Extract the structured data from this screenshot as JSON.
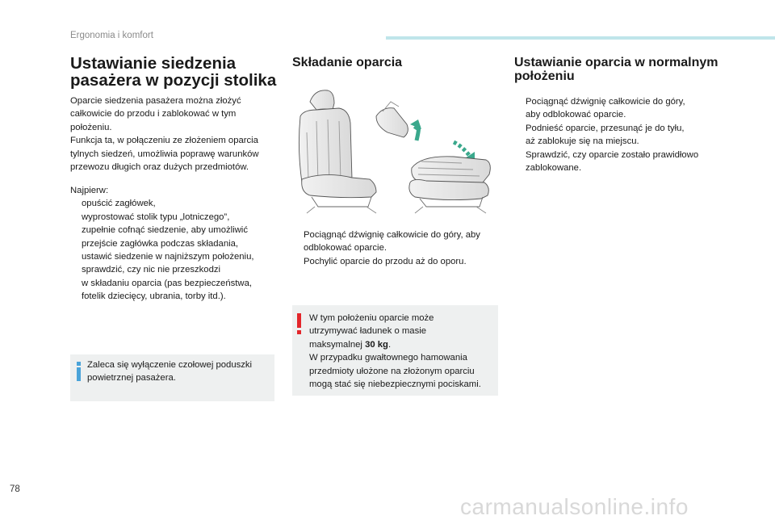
{
  "header": {
    "section": "Ergonomia i komfort"
  },
  "col1": {
    "title_line1": "Ustawianie siedzenia",
    "title_line2": "pasażera w pozycji stolika",
    "intro": [
      "Oparcie siedzenia pasażera można złożyć",
      "całkowicie do przodu i zablokować w tym",
      "położeniu.",
      "Funkcja ta, w połączeniu ze złożeniem oparcia",
      "tylnych siedzeń, umożliwia poprawę warunków",
      "przewozu długich oraz dużych przedmiotów."
    ],
    "first_label": "Najpierw:",
    "steps": [
      {
        "bullet": "",
        "lines": [
          "opuścić zagłówek,"
        ]
      },
      {
        "bullet": "",
        "lines": [
          "wyprostować stolik typu „lotniczego”,"
        ]
      },
      {
        "bullet": "",
        "lines": [
          "zupełnie cofnąć siedzenie, aby umożliwić",
          "przejście zagłówka podczas składania,"
        ]
      },
      {
        "bullet": "",
        "lines": [
          "ustawić siedzenie w najniższym położeniu,"
        ]
      },
      {
        "bullet": "",
        "lines": [
          "sprawdzić, czy nic nie przeszkodzi",
          "w składaniu oparcia (pas bezpieczeństwa,",
          "fotelik dziecięcy, ubrania, torby itd.)."
        ]
      }
    ],
    "info_note": {
      "icon": "i",
      "lines": [
        "Zaleca się wyłączenie czołowej poduszki",
        "powietrznej pasażera."
      ]
    }
  },
  "col2": {
    "title": "Składanie oparcia",
    "steps": [
      {
        "bullet": "",
        "lines": [
          "Pociągnąć dźwignię całkowicie do góry, aby",
          "odblokować oparcie."
        ]
      },
      {
        "bullet": "",
        "lines": [
          "Pochylić oparcie do przodu aż do oporu."
        ]
      }
    ],
    "warning": {
      "icon": "!",
      "lines": [
        "W tym położeniu oparcie może",
        "utrzymywać ładunek o masie"
      ],
      "load_prefix": "maksymalnej ",
      "load_value": "30 kg",
      "load_suffix": ".",
      "lines2": [
        "W przypadku gwałtownego hamowania",
        "przedmioty ułożone na złożonym oparciu",
        "mogą stać się niebezpiecznymi pociskami."
      ]
    }
  },
  "col3": {
    "title_line1": "Ustawianie oparcia w normalnym",
    "title_line2": "położeniu",
    "steps": [
      {
        "bullet": "",
        "lines": [
          "Pociągnąć dźwignię całkowicie do góry,",
          "aby odblokować oparcie."
        ]
      },
      {
        "bullet": "",
        "lines": [
          "Podnieść oparcie, przesunąć je do tyłu,",
          "aż zablokuje się na miejscu."
        ]
      },
      {
        "bullet": "",
        "lines": [
          "Sprawdzić, czy oparcie zostało prawidłowo",
          "zablokowane."
        ]
      }
    ]
  },
  "footer": {
    "page_number": "78",
    "watermark": "carmanualsonline.info"
  },
  "colors": {
    "accent_bar": "#bfe5ea",
    "arrow_green": "#3aa88c",
    "warning_red": "#e3262b",
    "info_blue": "#4aa3d9",
    "note_bg": "#eef0f0"
  }
}
